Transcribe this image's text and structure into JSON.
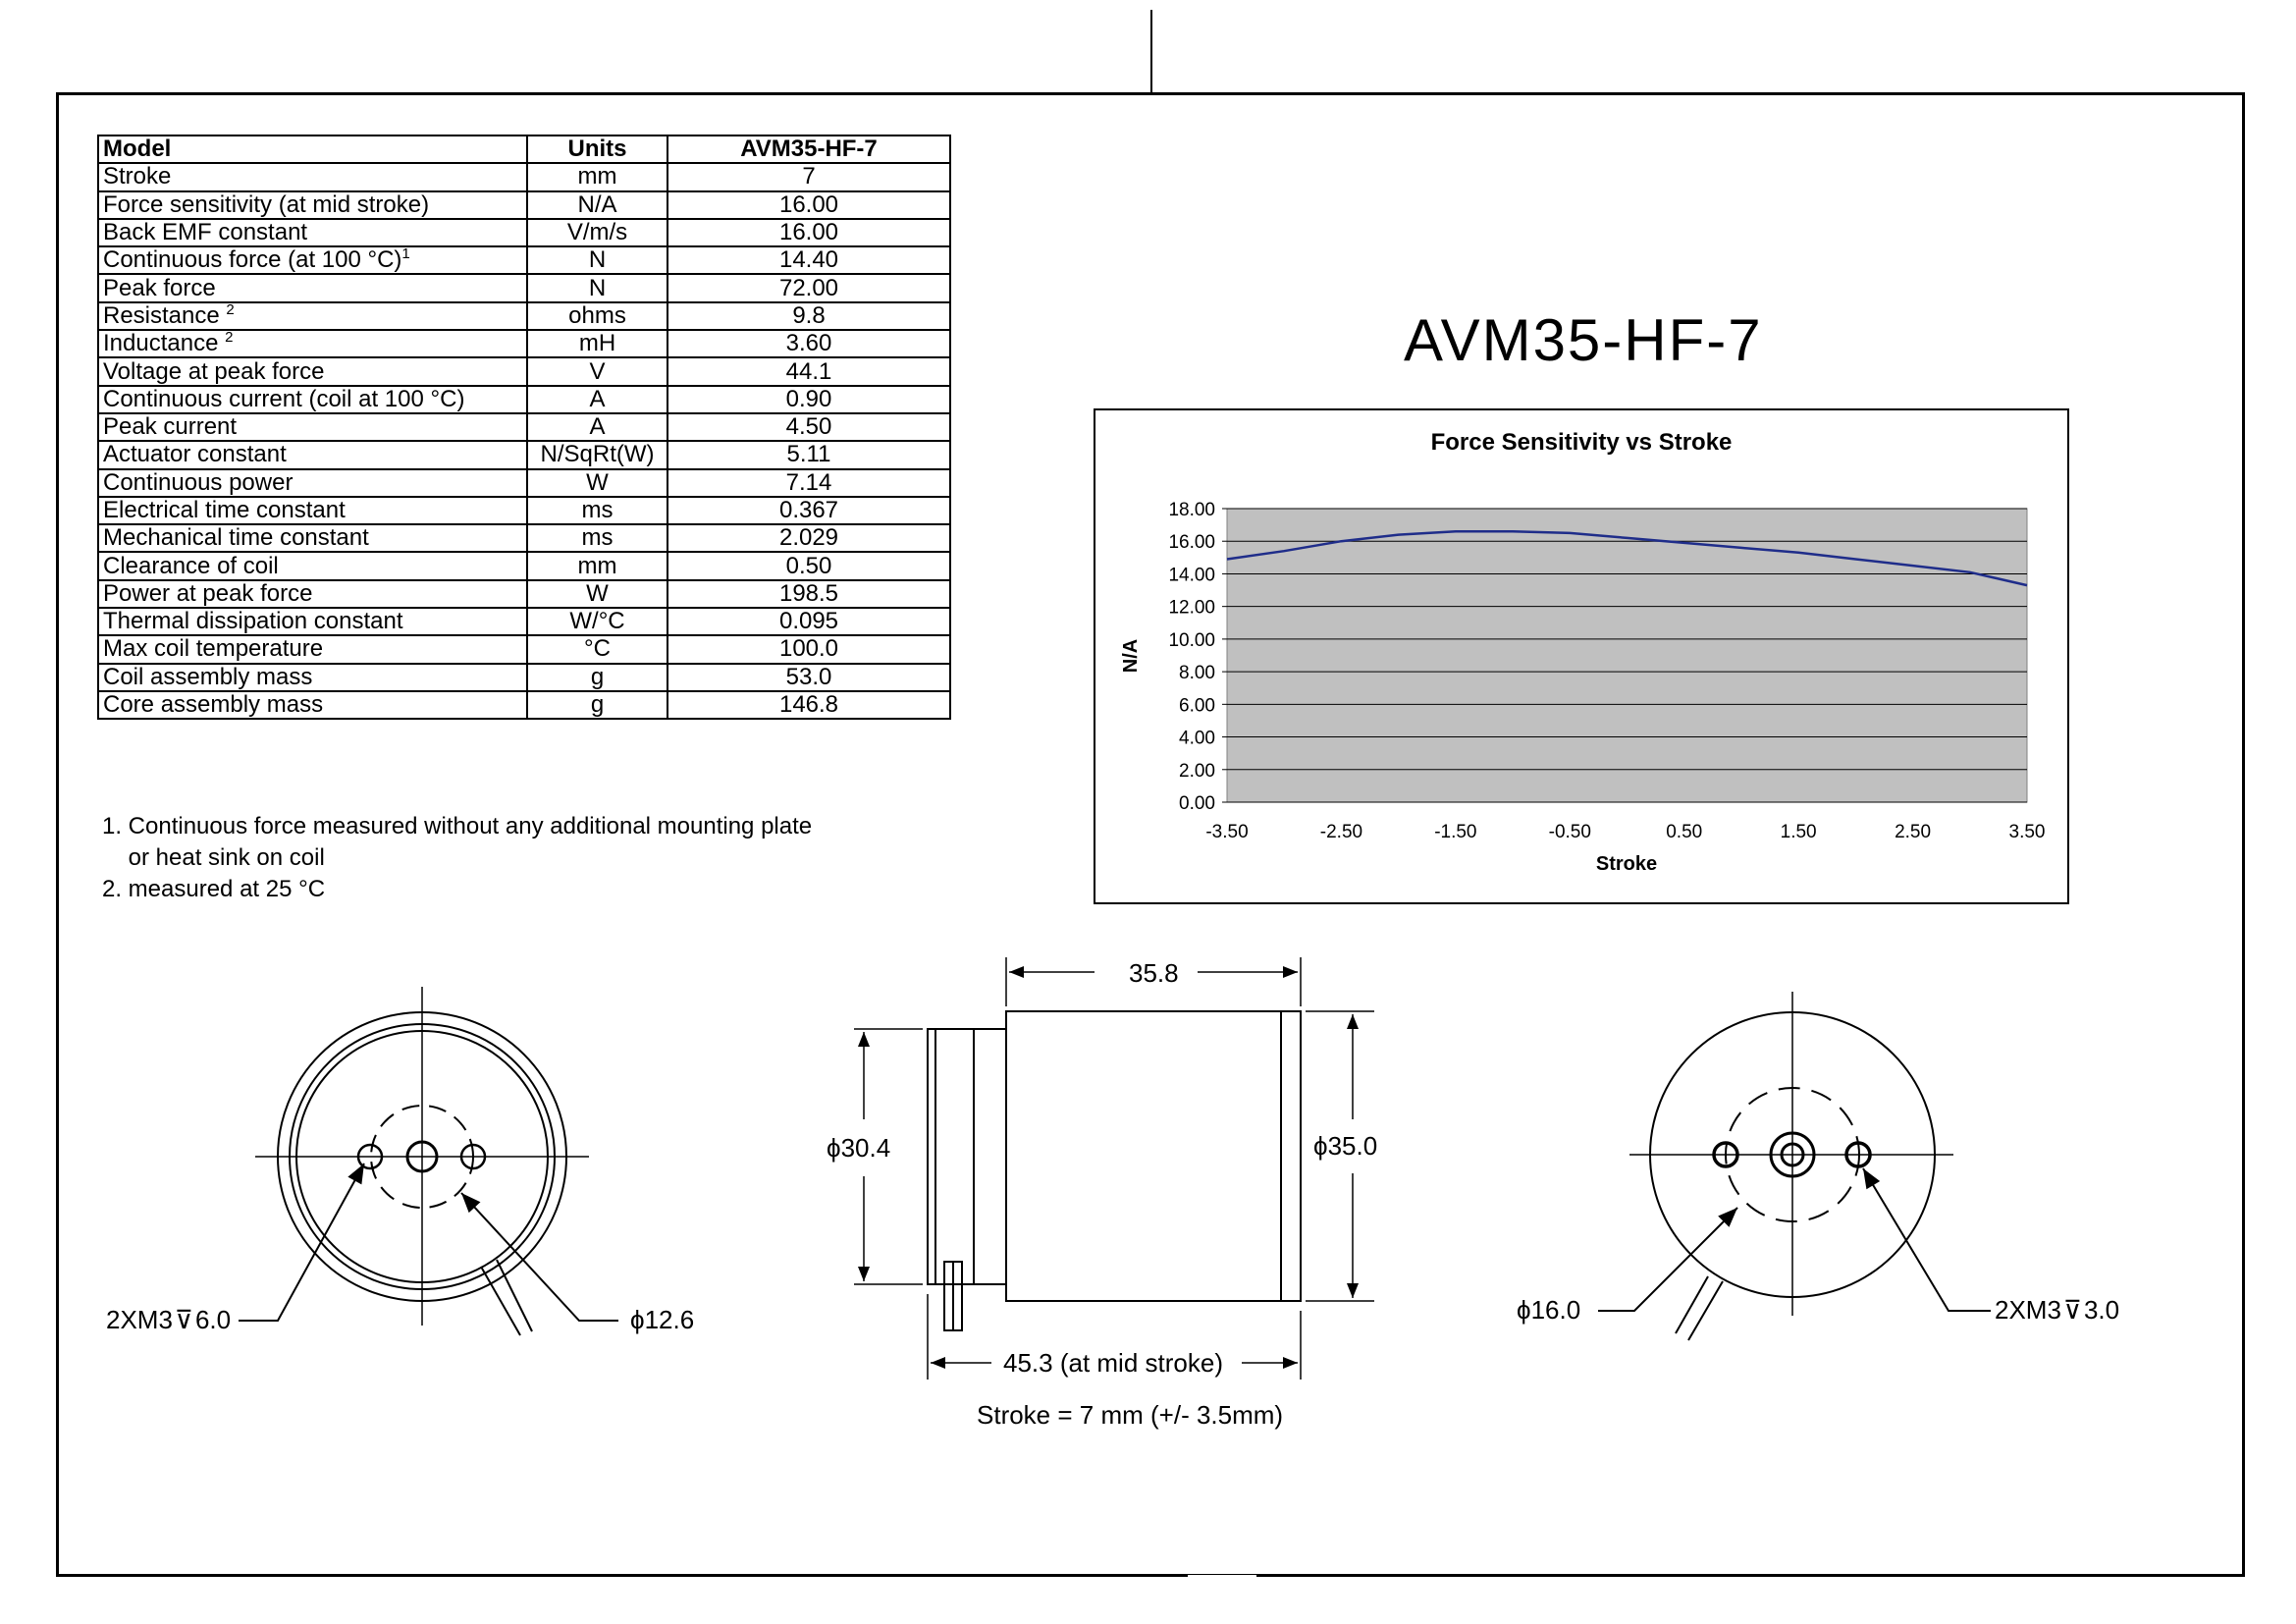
{
  "model_title": "AVM35-HF-7",
  "table": {
    "headers": [
      "Model",
      "Units",
      "AVM35-HF-7"
    ],
    "rows": [
      {
        "name": "Stroke",
        "sup": "",
        "unit": "mm",
        "value": "7"
      },
      {
        "name": "Force sensitivity (at mid stroke)",
        "sup": "",
        "unit": "N/A",
        "value": "16.00"
      },
      {
        "name": "Back EMF constant",
        "sup": "",
        "unit": "V/m/s",
        "value": "16.00"
      },
      {
        "name": "Continuous force (at 100 °C)",
        "sup": "1",
        "unit": "N",
        "value": "14.40"
      },
      {
        "name": "Peak force",
        "sup": "",
        "unit": "N",
        "value": "72.00"
      },
      {
        "name": "Resistance ",
        "sup": "2",
        "unit": "ohms",
        "value": "9.8"
      },
      {
        "name": "Inductance ",
        "sup": "2",
        "unit": "mH",
        "value": "3.60"
      },
      {
        "name": "Voltage at peak force",
        "sup": "",
        "unit": "V",
        "value": "44.1"
      },
      {
        "name": "Continuous current (coil at 100 °C)",
        "sup": "",
        "unit": "A",
        "value": "0.90"
      },
      {
        "name": "Peak current",
        "sup": "",
        "unit": "A",
        "value": "4.50"
      },
      {
        "name": "Actuator constant",
        "sup": "",
        "unit": "N/SqRt(W)",
        "value": "5.11"
      },
      {
        "name": "Continuous power",
        "sup": "",
        "unit": "W",
        "value": "7.14"
      },
      {
        "name": "Electrical time constant",
        "sup": "",
        "unit": "ms",
        "value": "0.367"
      },
      {
        "name": "Mechanical time constant",
        "sup": "",
        "unit": "ms",
        "value": "2.029"
      },
      {
        "name": "Clearance of coil",
        "sup": "",
        "unit": "mm",
        "value": "0.50"
      },
      {
        "name": "Power at peak force",
        "sup": "",
        "unit": "W",
        "value": "198.5"
      },
      {
        "name": "Thermal dissipation constant",
        "sup": "",
        "unit": "W/°C",
        "value": "0.095"
      },
      {
        "name": "Max coil temperature",
        "sup": "",
        "unit": "°C",
        "value": "100.0"
      },
      {
        "name": "Coil assembly mass",
        "sup": "",
        "unit": "g",
        "value": "53.0"
      },
      {
        "name": "Core assembly mass",
        "sup": "",
        "unit": "g",
        "value": "146.8"
      }
    ]
  },
  "notes": [
    "1. Continuous force measured without any additional mounting plate",
    "    or heat sink on coil",
    "2. measured at 25 °C"
  ],
  "chart_data": {
    "type": "line",
    "title": "Force Sensitivity vs Stroke",
    "xlabel": "Stroke",
    "ylabel": "N/A",
    "xlim": [
      -3.5,
      3.5
    ],
    "ylim": [
      0,
      18
    ],
    "x_ticks": [
      "-3.50",
      "-2.50",
      "-1.50",
      "-0.50",
      "0.50",
      "1.50",
      "2.50",
      "3.50"
    ],
    "y_ticks": [
      "0.00",
      "2.00",
      "4.00",
      "6.00",
      "8.00",
      "10.00",
      "12.00",
      "14.00",
      "16.00",
      "18.00"
    ],
    "grid": true,
    "plot_background": "#c0c0c0",
    "line_color": "#1f2d8a",
    "series": [
      {
        "x": [
          -3.5,
          -3.0,
          -2.5,
          -2.0,
          -1.5,
          -1.0,
          -0.5,
          0.0,
          0.5,
          1.0,
          1.5,
          2.0,
          2.5,
          3.0,
          3.5
        ],
        "values": [
          14.9,
          15.4,
          16.0,
          16.4,
          16.6,
          16.6,
          16.5,
          16.2,
          15.9,
          15.6,
          15.3,
          14.9,
          14.5,
          14.1,
          13.3
        ]
      }
    ]
  },
  "drawings": {
    "left_view": {
      "hole_label": "2XM3",
      "hole_depth": "6.0",
      "diameter": "12.6"
    },
    "side_view": {
      "length": "35.8",
      "dia_left": "30.4",
      "dia_right": "35.0",
      "overall": "45.3 (at mid stroke)",
      "stroke_note": "Stroke = 7 mm (+/- 3.5mm)"
    },
    "right_view": {
      "hole_label": "2XM3",
      "hole_depth": "3.0",
      "diameter": "16.0"
    }
  }
}
